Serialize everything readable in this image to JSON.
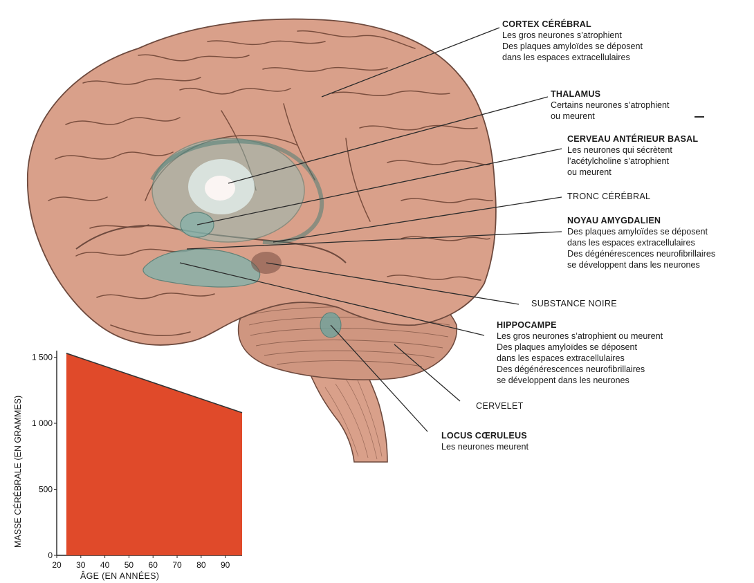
{
  "labels": {
    "cortex": {
      "title": "CORTEX CÉRÉBRAL",
      "lines": [
        "Les gros neurones s’atrophient",
        "Des plaques amyloïdes se déposent",
        "dans les espaces extracellulaires"
      ]
    },
    "thalamus": {
      "title": "THALAMUS",
      "lines": [
        "Certains neurones s’atrophient",
        "ou meurent"
      ]
    },
    "basal": {
      "title": "CERVEAU ANTÉRIEUR BASAL",
      "lines": [
        "Les neurones qui sécrètent",
        "l’acétylcholine s’atrophient",
        "ou meurent"
      ]
    },
    "tronc": "TRONC CÉRÉBRAL",
    "amygdale": {
      "title": "NOYAU AMYGDALIEN",
      "lines": [
        "Des plaques amyloïdes se déposent",
        "dans les espaces extracellulaires",
        "Des dégénérescences neurofibrillaires",
        "se développent dans les neurones"
      ]
    },
    "substance": "SUBSTANCE NOIRE",
    "hippocampe": {
      "title": "HIPPOCAMPE",
      "lines": [
        "Les gros neurones s’atrophient ou meurent",
        "Des plaques amyloïdes se déposent",
        "dans les espaces extracellulaires",
        "Des dégénérescences neurofibrillaires",
        "se développent dans les neurones"
      ]
    },
    "cervelet": "CERVELET",
    "locus": {
      "title": "LOCUS CŒRULEUS",
      "lines": [
        "Les neurones meurent"
      ]
    }
  },
  "colors": {
    "brain": "#d9a08a",
    "brain_dark": "#9c6a58",
    "highlight": "#7fb3ad",
    "chart_fill": "#e04a2a",
    "line": "#2a2a2a"
  },
  "chart_data": {
    "type": "area",
    "xlabel": "ÂGE (EN ANNÉES)",
    "ylabel": "MASSE CÉRÉBRALE (EN GRAMMES)",
    "x_ticks": [
      "20",
      "30",
      "40",
      "50",
      "60",
      "70",
      "80",
      "90"
    ],
    "y_ticks": [
      "0",
      "500",
      "1 000",
      "1 500"
    ],
    "xlim": [
      20,
      97
    ],
    "ylim": [
      0,
      1550
    ],
    "x": [
      24,
      97
    ],
    "y": [
      1530,
      1080
    ]
  }
}
